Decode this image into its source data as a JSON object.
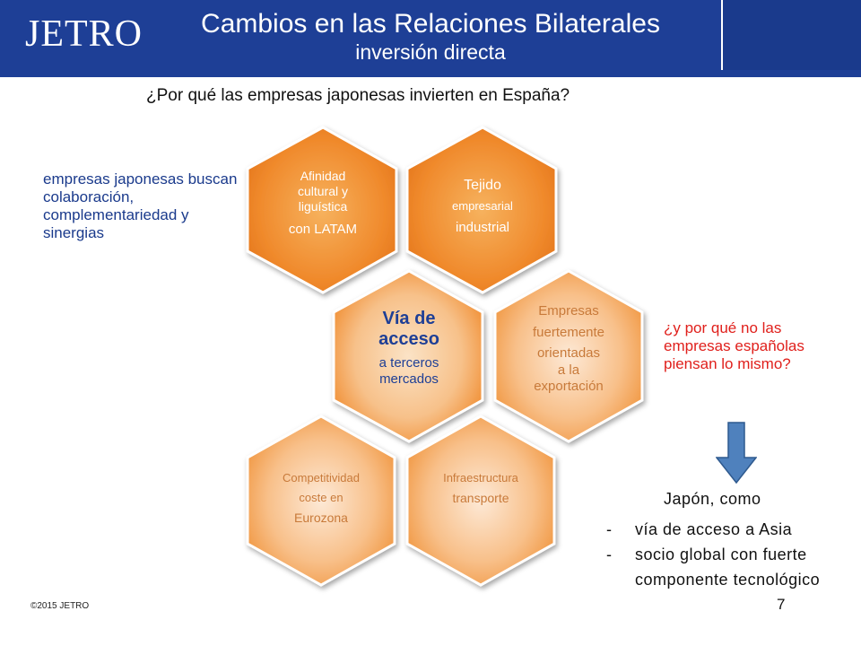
{
  "header": {
    "logo": "JETRO",
    "title": "Cambios en las Relaciones Bilaterales",
    "subtitle": "inversión directa",
    "bg_color": "#1e3f96"
  },
  "question": "¿Por qué las empresas japonesas invierten en España?",
  "left_text": "empresas japonesas buscan colaboración, complementariedad y sinergias",
  "hexagons": [
    {
      "lines": [
        "Afinidad",
        "cultural y",
        "liguística",
        "con LATAM"
      ]
    },
    {
      "lines": [
        "Tejido",
        "empresarial",
        "industrial"
      ]
    },
    {
      "lines": [
        "Vía de",
        "acceso",
        "a terceros",
        "mercados"
      ]
    },
    {
      "lines": [
        "Empresas",
        "fuertemente",
        "orientadas",
        "a la",
        "exportación"
      ]
    },
    {
      "lines": [
        "Competitividad",
        "coste en",
        "Eurozona"
      ]
    },
    {
      "lines": [
        "Infraestructura",
        "transporte"
      ]
    }
  ],
  "right_question": "¿y por qué no las empresas españolas piensan lo mismo?",
  "japon": {
    "heading": "Japón, como",
    "items": [
      {
        "dash": "-",
        "text": "vía de acceso a Asia"
      },
      {
        "dash": "-",
        "text": "socio global con fuerte componente tecnológico"
      }
    ]
  },
  "footer": "©2015 JETRO",
  "page_number": "7",
  "colors": {
    "accent_red": "#e0201c",
    "text_blue": "#1a3a8c",
    "hex_orange": "#f08a2c",
    "arrow_blue": "#4f81bd"
  }
}
